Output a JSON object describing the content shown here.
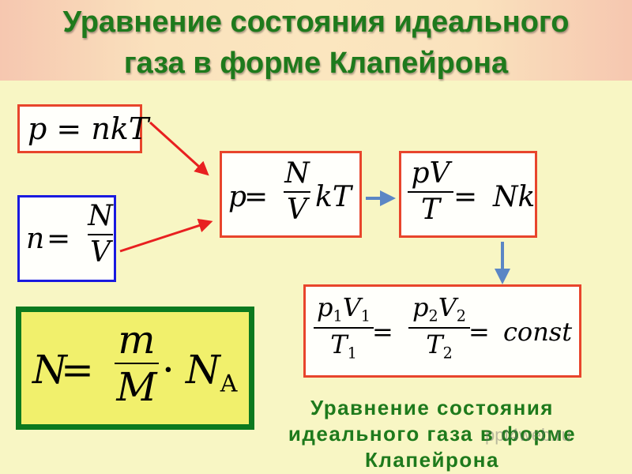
{
  "title": {
    "line1": "Уравнение состояния идеального",
    "line2": "газа в форме Клапейрона"
  },
  "formulas": {
    "pressure": {
      "p": "p",
      "eq": " = ",
      "rhs": "nkT"
    },
    "concentration": {
      "lhs": "n",
      "eq": " = ",
      "num": "N",
      "den": "V"
    },
    "combined": {
      "lhs": "p",
      "eq": " = ",
      "num": "N",
      "den": "V",
      "rhs": "kT"
    },
    "pv": {
      "num": "pV",
      "den": "T",
      "eq": " = ",
      "rhs": "Nk"
    },
    "clapeyron": {
      "num1": "p",
      "num1_sub1": "1",
      "num1_v": "V",
      "num1_sub2": "1",
      "den1": "T",
      "den1_sub": "1",
      "eq1": " = ",
      "num2": "p",
      "num2_sub1": "2",
      "num2_v": "V",
      "num2_sub2": "2",
      "den2": "T",
      "den2_sub": "2",
      "eq2": " = ",
      "rhs": "const"
    },
    "number": {
      "lhs": "N",
      "eq": " = ",
      "num": "m",
      "den": "M",
      "dot": "·",
      "rhs": "N",
      "rhs_sub": "A"
    }
  },
  "caption": {
    "line1": "Уравнение состояния",
    "line2": "идеального газа в форме",
    "line3": "Клапейрона"
  },
  "watermark": "ppt4web.ru",
  "colors": {
    "background": "#f8f6c4",
    "title": "#1e7a1c",
    "red_frame": "#e8452c",
    "blue_frame": "#1a1adf",
    "green_frame": "#0b7a1f",
    "red_arrow": "#e82020",
    "blue_arrow": "#5b86c5"
  }
}
